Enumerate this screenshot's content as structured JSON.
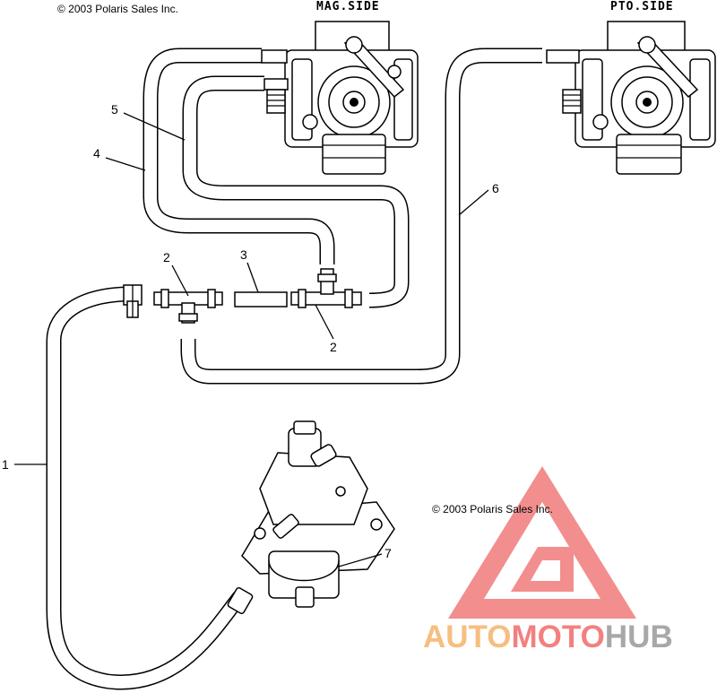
{
  "copyright_top": "© 2003 Polaris Sales Inc.",
  "copyright_mid": "© 2003 Polaris Sales Inc.",
  "carb_labels": {
    "mag": "MAG.SIDE",
    "pto": "PTO.SIDE"
  },
  "callouts": {
    "c1": "1",
    "c2a": "2",
    "c2b": "2",
    "c3": "3",
    "c4": "4",
    "c5": "5",
    "c6": "6",
    "c7": "7"
  },
  "watermark": {
    "part1": "AUTO",
    "part2": "MOTO",
    "part3": "HUB",
    "colors": {
      "orange": "#f5b36b",
      "red": "#f26b6b",
      "gray": "#9a9a9a",
      "triangle": "#f07b7b"
    }
  }
}
